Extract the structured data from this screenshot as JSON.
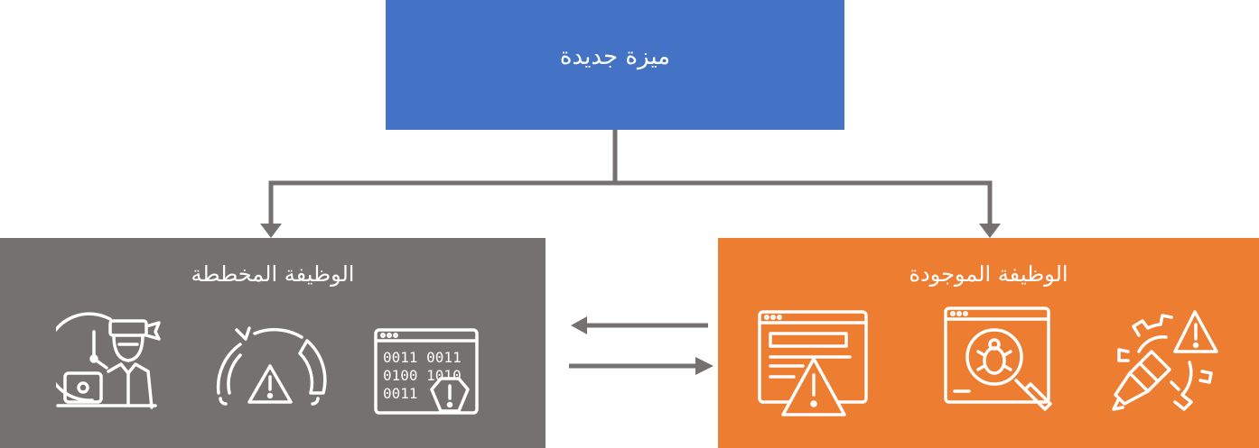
{
  "top_node": {
    "label": "ميزة جديدة"
  },
  "left_node": {
    "label": "الوظيفة المخططة",
    "icons": [
      "developer-deadline-icon",
      "risk-gauge-icon",
      "binary-code-error-icon"
    ]
  },
  "right_node": {
    "label": "الوظيفة الموجودة",
    "icons": [
      "browser-warning-icon",
      "bug-search-icon",
      "broken-gear-warning-icon"
    ]
  },
  "colors": {
    "top": "#4472C4",
    "left": "#767171",
    "right": "#ED7D31",
    "connector": "#767171"
  }
}
